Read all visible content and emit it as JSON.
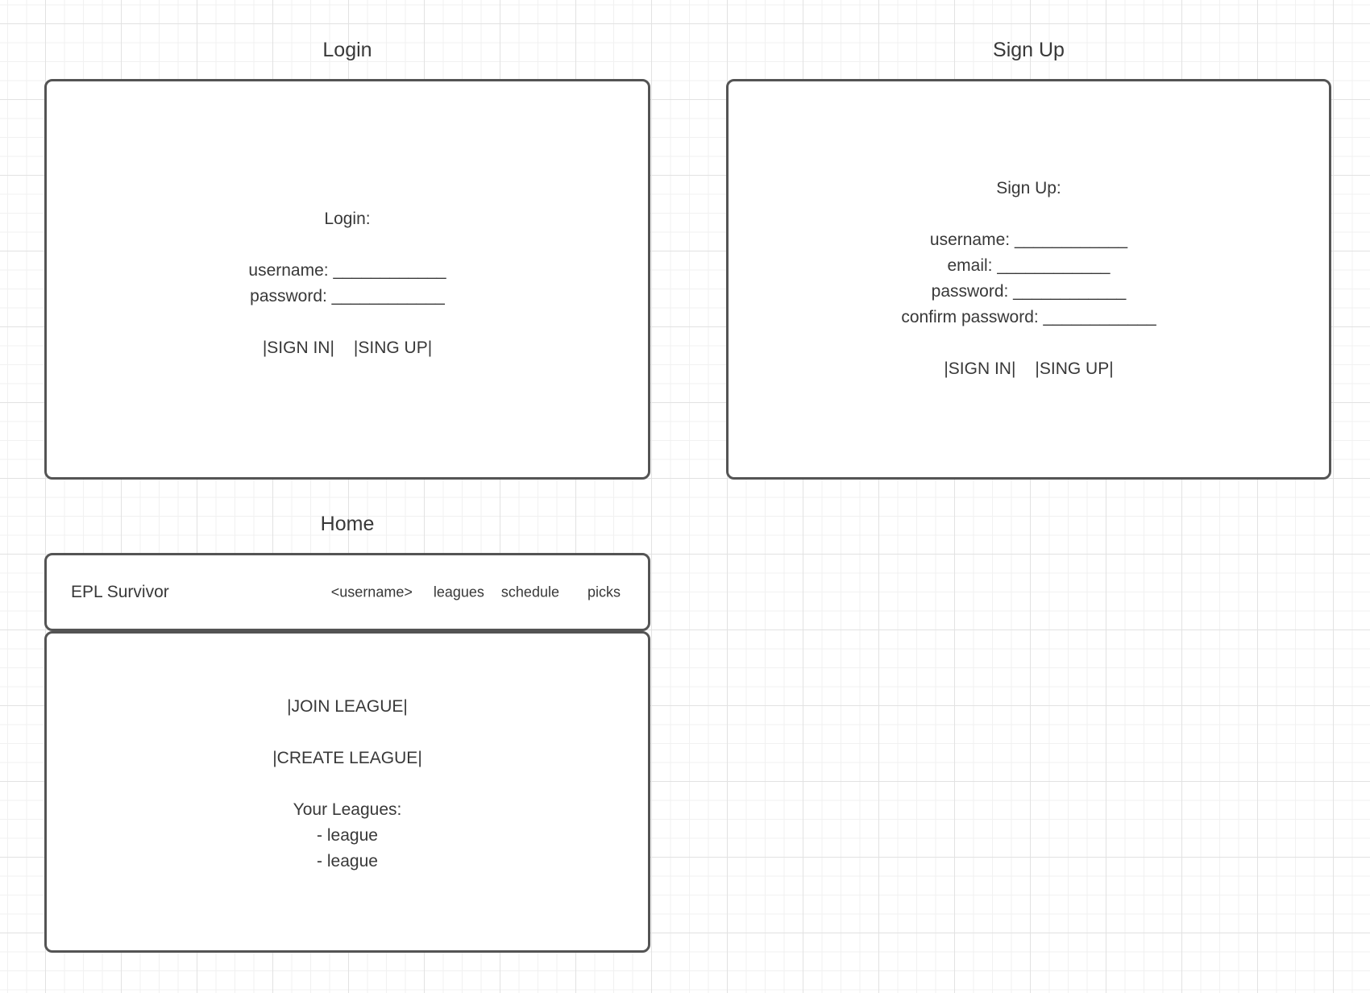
{
  "palette": {
    "stroke": "#545454",
    "text": "#383838",
    "grid_minor": "#f1f1f1",
    "grid_major": "#e2e2e2"
  },
  "login": {
    "title": "Login",
    "heading": "Login:",
    "username_line": "username: ____________",
    "password_line": "password: ____________",
    "sign_in_button": "|SIGN IN|",
    "sign_up_button": "|SING UP|"
  },
  "signup": {
    "title": "Sign Up",
    "heading": "Sign Up:",
    "username_line": "username: ____________",
    "email_line": "email: ____________",
    "password_line": "password: ____________",
    "confirm_line": "confirm password: ____________",
    "sign_in_button": "|SIGN IN|",
    "sign_up_button": "|SING UP|"
  },
  "home": {
    "title": "Home",
    "brand": "EPL Survivor",
    "nav": [
      "<username>",
      "leagues",
      "schedule",
      "picks"
    ],
    "join_button": "|JOIN LEAGUE|",
    "create_button": "|CREATE LEAGUE|",
    "leagues_heading": "Your Leagues:",
    "league_items": [
      "- league",
      "- league"
    ]
  }
}
